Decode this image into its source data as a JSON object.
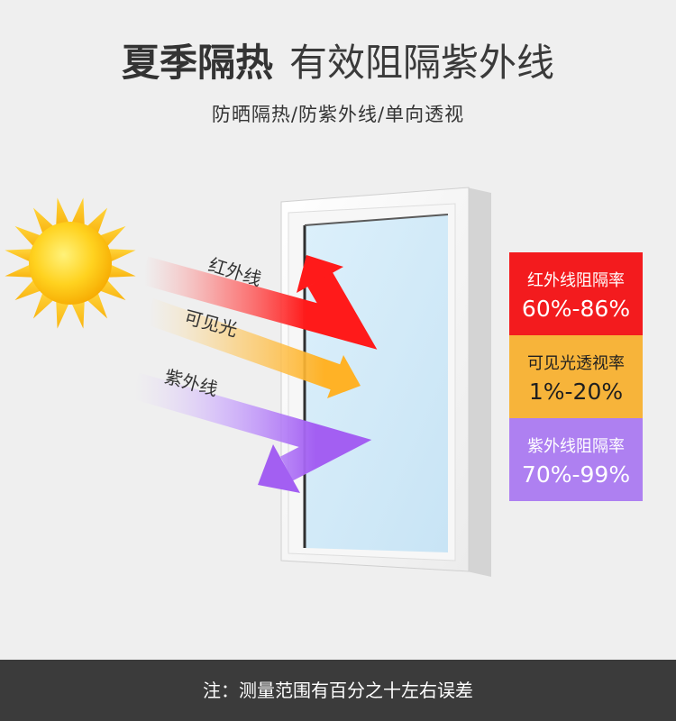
{
  "title": {
    "bold": "夏季隔热",
    "regular": "有效阻隔紫外线"
  },
  "subtitle": "防晒隔热/防紫外线/单向透视",
  "rays": {
    "infrared": "红外线",
    "visible": "可见光",
    "ultraviolet": "紫外线"
  },
  "stats": [
    {
      "label": "红外线阻隔率",
      "value": "60%-86%",
      "bg": "#f31b1e",
      "fg": "#ffffff"
    },
    {
      "label": "可见光透视率",
      "value": "1%-20%",
      "bg": "#f7b43a",
      "fg": "#1f1f1f"
    },
    {
      "label": "紫外线阻隔率",
      "value": "70%-99%",
      "bg": "#ae80f1",
      "fg": "#ffffff"
    }
  ],
  "footnote": "注：测量范围有百分之十左右误差",
  "icons": {
    "sun": "sun-icon",
    "window": "window-icon"
  }
}
